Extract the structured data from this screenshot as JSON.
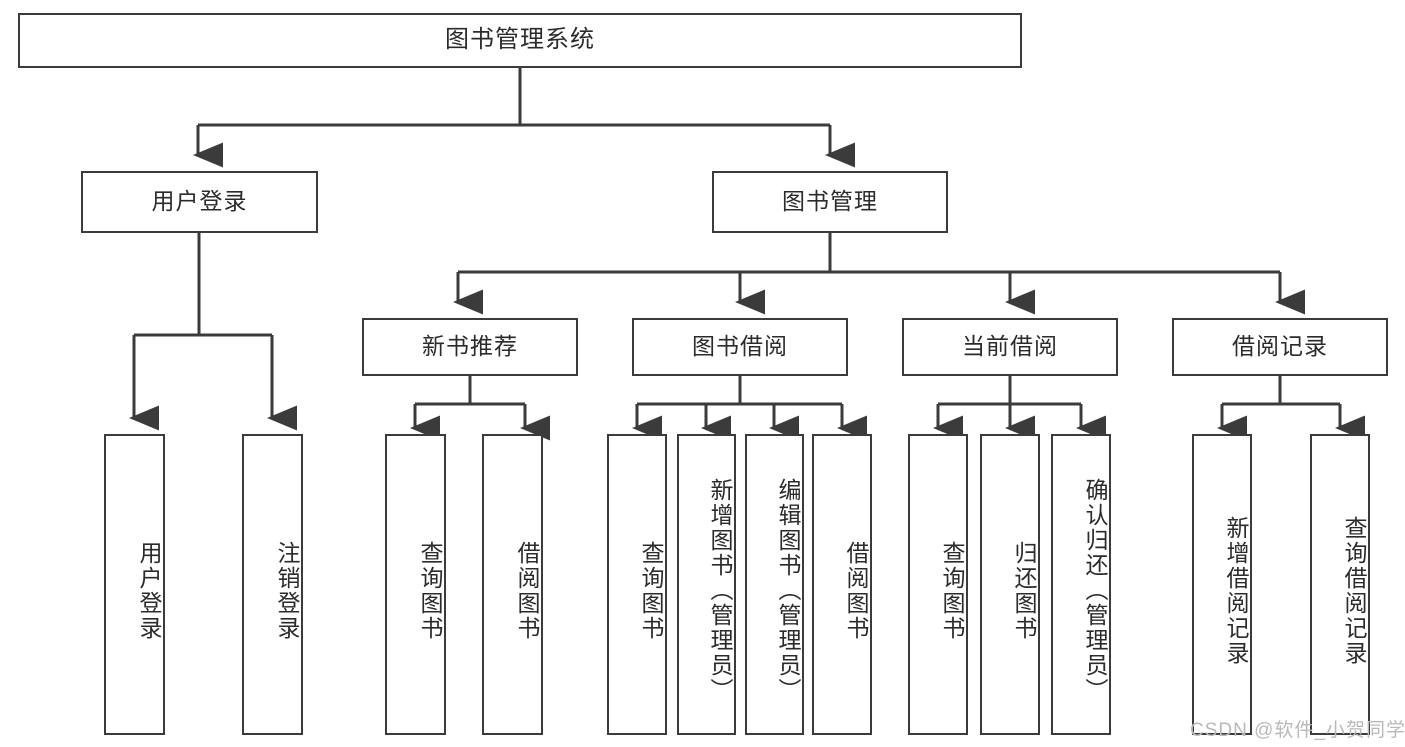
{
  "diagram": {
    "type": "tree-hierarchy-chart",
    "title": "图书管理系统",
    "levels": {
      "root": {
        "label": "图书管理系统"
      },
      "level2": [
        {
          "id": "user-login",
          "label": "用户登录"
        },
        {
          "id": "book-management",
          "label": "图书管理"
        }
      ],
      "level3": [
        {
          "id": "new-book-recommend",
          "label": "新书推荐"
        },
        {
          "id": "book-borrow",
          "label": "图书借阅"
        },
        {
          "id": "current-borrow",
          "label": "当前借阅"
        },
        {
          "id": "borrow-record",
          "label": "借阅记录"
        }
      ],
      "leaves": {
        "user_login": [
          {
            "id": "leaf-user-login",
            "label": "用户登录"
          },
          {
            "id": "leaf-logout-login",
            "label": "注销登录"
          }
        ],
        "new_book_recommend": [
          {
            "id": "leaf-query-books-1",
            "label": "查询图书"
          },
          {
            "id": "leaf-borrow-books-1",
            "label": "借阅图书"
          }
        ],
        "book_borrow": [
          {
            "id": "leaf-query-books-2",
            "label": "查询图书"
          },
          {
            "id": "leaf-add-book",
            "label": "新增图书（管理员）"
          },
          {
            "id": "leaf-edit-book",
            "label": "编辑图书（管理员）"
          },
          {
            "id": "leaf-borrow-books-2",
            "label": "借阅图书"
          }
        ],
        "current_borrow": [
          {
            "id": "leaf-query-books-3",
            "label": "查询图书"
          },
          {
            "id": "leaf-return-book",
            "label": "归还图书"
          },
          {
            "id": "leaf-confirm-return",
            "label": "确认归还（管理员）"
          }
        ],
        "borrow_record": [
          {
            "id": "leaf-add-borrow-record",
            "label": "新增借阅记录"
          },
          {
            "id": "leaf-query-borrow-record",
            "label": "查询借阅记录"
          }
        ]
      }
    },
    "colors": {
      "border": "#3b3b3b",
      "text": "#2b2b2b",
      "background": "#ffffff",
      "watermark": "#b9b9b9"
    }
  },
  "watermark": {
    "text": "CSDN @软件_小贺同学"
  }
}
